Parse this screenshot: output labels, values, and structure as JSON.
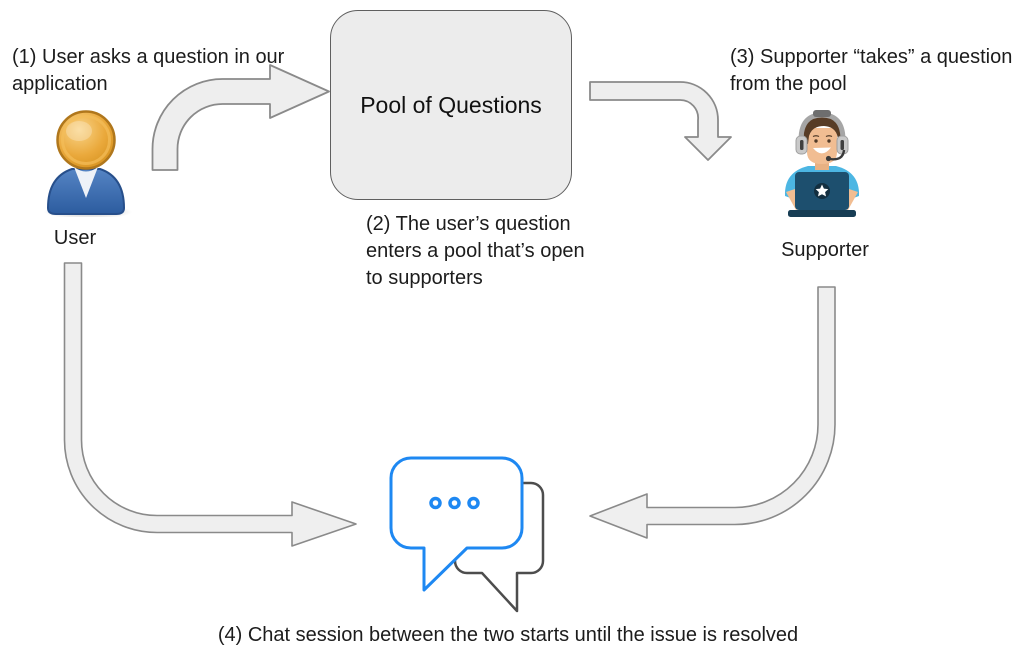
{
  "diagram": {
    "title_implicit": "Support question workflow",
    "steps": {
      "step1": "(1) User asks a question in our\napplication",
      "step2": "(2) The user’s question\nenters a pool that’s open\nto supporters",
      "step3": "(3) Supporter “takes” a question\nfrom the pool",
      "step4": "(4) Chat session between the two starts until the issue is resolved"
    },
    "nodes": {
      "pool_label": "Pool of Questions",
      "user_label": "User",
      "supporter_label": "Supporter"
    },
    "icons": {
      "user": "user-icon",
      "supporter": "supporter-headset-icon",
      "chat": "chat-bubbles-icon",
      "arrow_user_to_pool": "curved-arrow-right-icon",
      "arrow_pool_to_supporter": "curved-arrow-down-icon",
      "arrow_user_to_chat": "elbow-arrow-right-icon",
      "arrow_supporter_to_chat": "elbow-arrow-left-icon"
    },
    "colors": {
      "background": "#ffffff",
      "text": "#1c1c1c",
      "arrow_fill": "#eeeeee",
      "arrow_stroke": "#8a8a8a",
      "pool_fill": "#ececec",
      "pool_stroke": "#5f5f5f",
      "chat_blue": "#1e88f2",
      "chat_gray": "#4d4d4d",
      "user_head_orange": "#e8a735",
      "user_body_blue": "#2c5c9f",
      "supporter_shirt_blue": "#4cb6e3",
      "supporter_laptop_teal": "#1d4f6e"
    }
  }
}
